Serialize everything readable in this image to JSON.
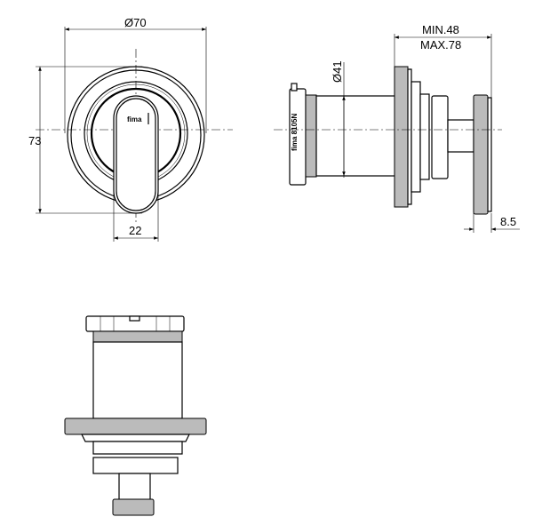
{
  "title": "Technical drawing – concealed mixer dimensions",
  "dimensions": {
    "diameter_plate": "Ø70",
    "height_plate": "73",
    "handle_width": "22",
    "diameter_body": "Ø41",
    "depth_min": "MIN.48",
    "depth_max": "MAX.78",
    "knob_depth": "8.5"
  },
  "brand": "fima"
}
